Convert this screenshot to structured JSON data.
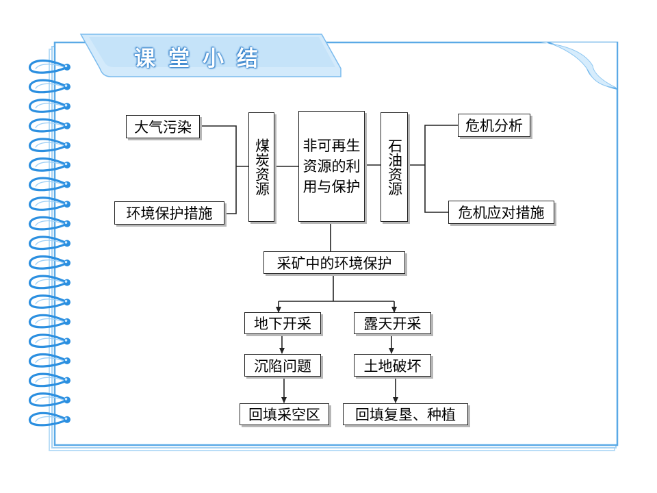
{
  "header": {
    "title": "课堂小结"
  },
  "diagram": {
    "center": "非可再生资源的利用与保护",
    "coal": "煤炭资源",
    "oil": "石油资源",
    "air_pollution": "大气污染",
    "env_measures": "环境保护措施",
    "crisis_analysis": "危机分析",
    "crisis_measures": "危机应对措施",
    "mining_protection": "采矿中的环境保护",
    "underground": "地下开采",
    "open_pit": "露天开采",
    "subsidence": "沉陷问题",
    "land_damage": "土地破坏",
    "backfill": "回填采空区",
    "reclaim": "回填复垦、种植"
  },
  "colors": {
    "frame": "#5aa9e6",
    "frame_light": "#cfe7fb",
    "tab": "#a9d3f5",
    "ring": "#2b8fe0"
  }
}
